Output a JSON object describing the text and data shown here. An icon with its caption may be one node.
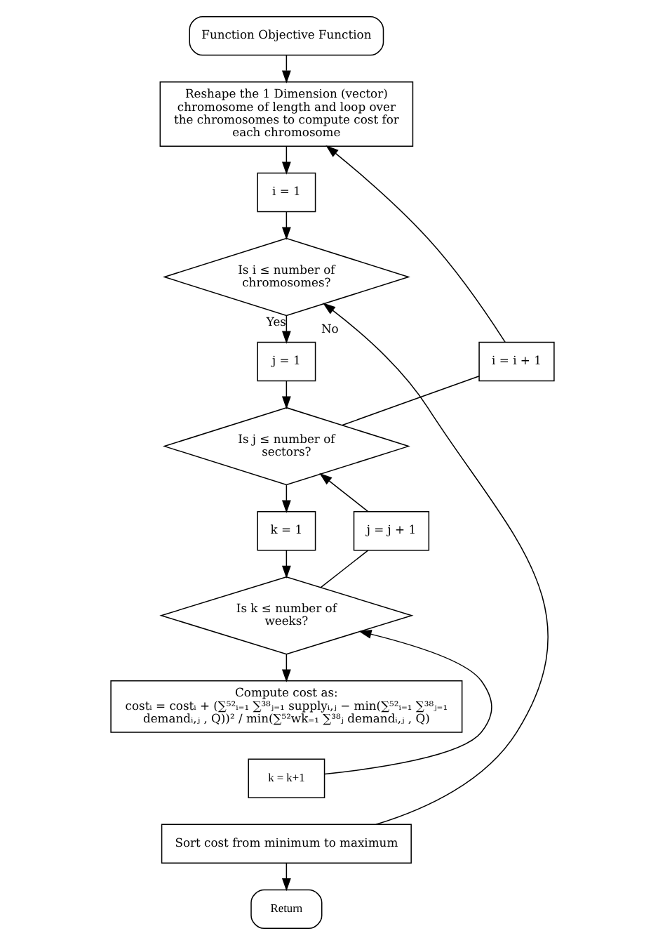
{
  "diagram": {
    "nodes": [
      {
        "text": [
          "Function Objective Function"
        ]
      },
      {
        "text": [
          "Reshape the 1 Dimension (vector) chromosome of length and loop over the chromosomes to compute cost for each chromosome"
        ]
      },
      {
        "text": [
          "i = 1"
        ]
      },
      {
        "text": [
          "Is i ≤ number of chromosomes?"
        ]
      },
      {
        "text": [
          "j = 1"
        ]
      },
      {
        "text": [
          "i = i + 1"
        ]
      },
      {
        "text": [
          "Is j ≤ number of sectors?"
        ]
      },
      {
        "text": [
          "j = j + 1"
        ]
      },
      {
        "text": [
          "k = 1"
        ]
      },
      {
        "text": [
          "Is k ≤ number of weeks?"
        ]
      },
      {
        "text": [
          "Compute cost as:",
          "costᵢ = costᵢ + (∑⁵²ᵢ₌₁ ∑³⁸ⱼ₌₁ supplyᵢ,ⱼ − min(∑⁵²ᵢ₌₁ ∑³⁸ⱼ₌₁ demandᵢ,ⱼ , Q))² / min(∑⁵²wk₌₁ ∑³⁸ⱼ demandᵢ,ⱼ , Q)"
        ]
      },
      {
        "text": [
          "k = k+1"
        ]
      },
      {
        "text": [
          "Sort cost from minimum to maximum"
        ]
      },
      {
        "text": [
          "Return"
        ]
      }
    ],
    "edges": [
      {
        "from": 0,
        "to": 1,
        "arrow": "to"
      },
      {
        "from": 1,
        "to": 2,
        "arrow": "to"
      },
      {
        "from": 2,
        "to": 3,
        "arrow": "to"
      },
      {
        "from": 3,
        "to": 4,
        "arrow": "to",
        "label": "Yes"
      },
      {
        "from": 12,
        "to": 3,
        "arrow": "to",
        "label": "No"
      },
      {
        "from": 4,
        "to": 6,
        "arrow": "to"
      },
      {
        "from": 6,
        "to": 5,
        "arrow": "none"
      },
      {
        "from": 5,
        "to": 1,
        "arrow": "to"
      },
      {
        "from": 6,
        "to": 8,
        "arrow": "to"
      },
      {
        "from": 8,
        "to": 9,
        "arrow": "to"
      },
      {
        "from": 9,
        "to": 7,
        "arrow": "none"
      },
      {
        "from": 7,
        "to": 6,
        "arrow": "to"
      },
      {
        "from": 9,
        "to": 10,
        "arrow": "to"
      },
      {
        "from": 11,
        "to": 9,
        "arrow": "to"
      },
      {
        "from": 12,
        "to": 13,
        "arrow": "to"
      }
    ]
  }
}
